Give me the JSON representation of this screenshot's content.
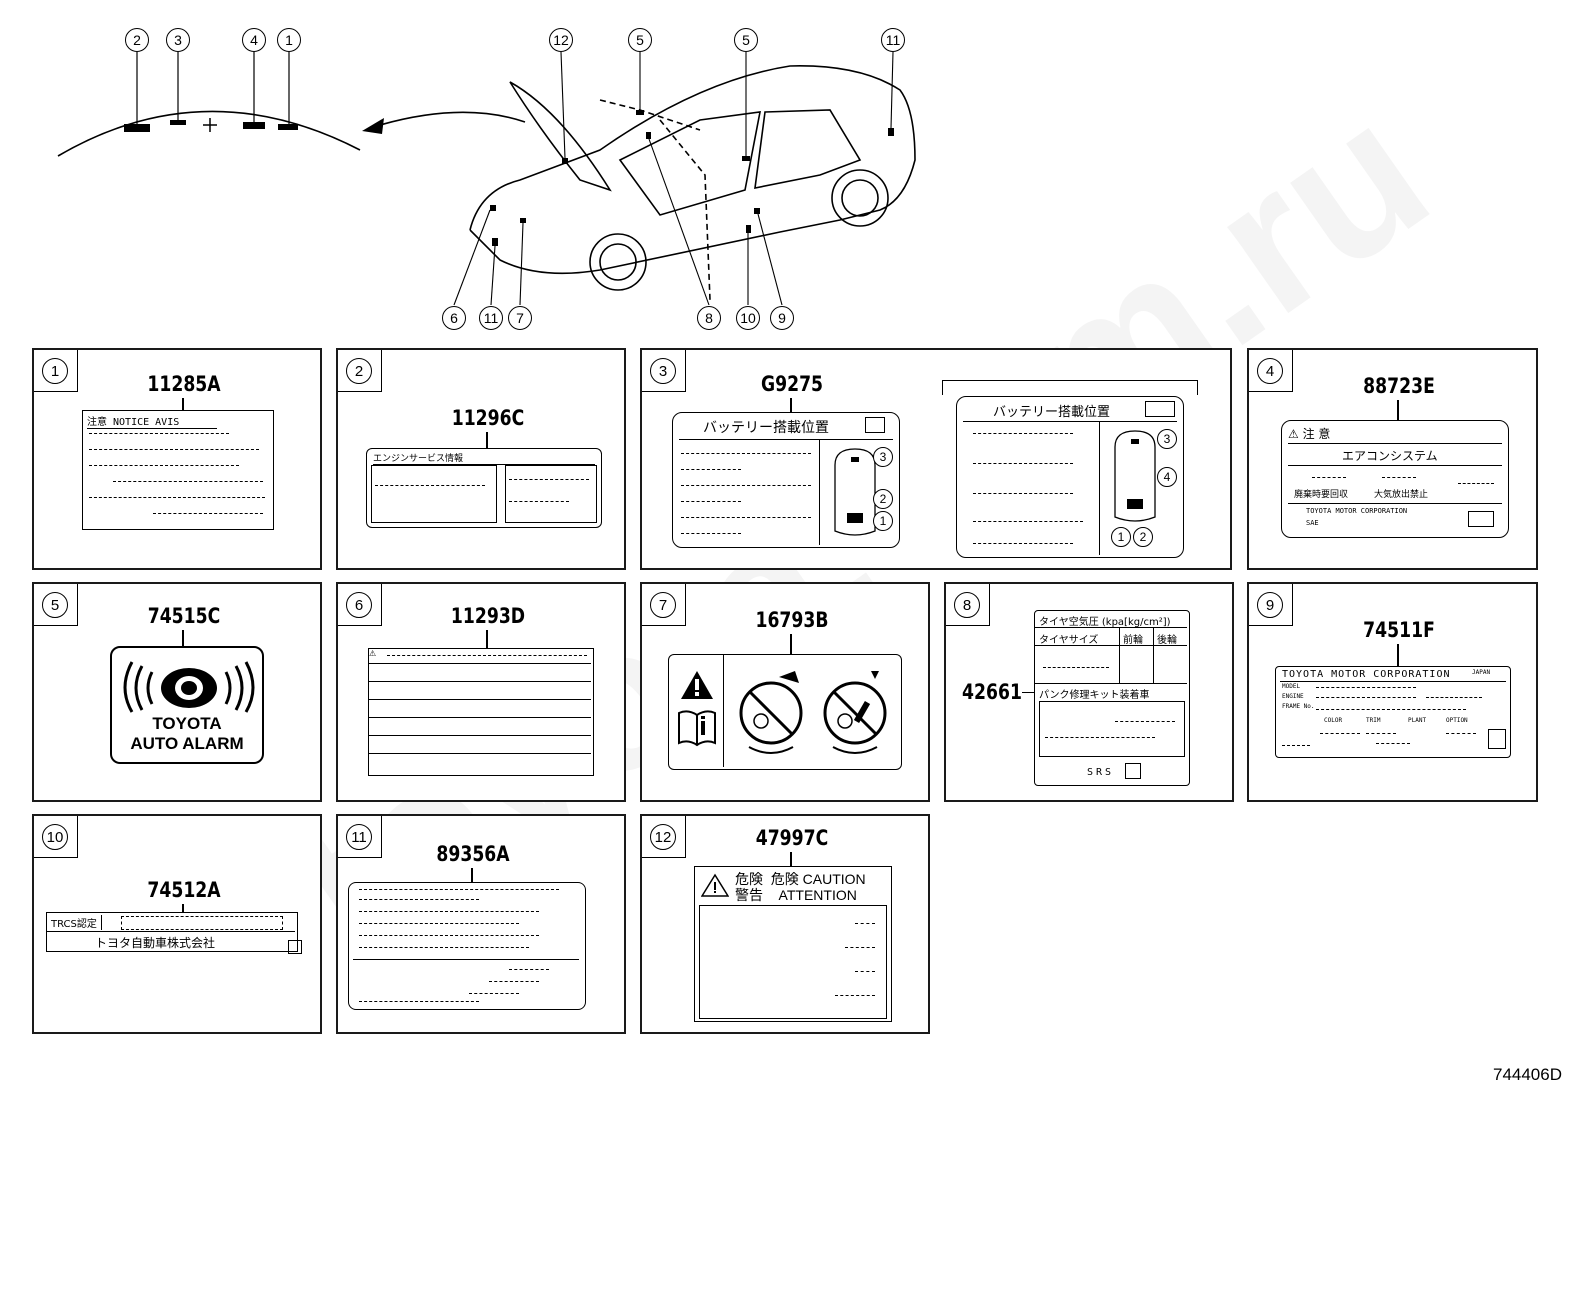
{
  "diagram_id": "744406D",
  "watermark": "toyota.com.ru",
  "overview_callouts": {
    "hood_detail": [
      "2",
      "3",
      "4",
      "1"
    ],
    "car": [
      "12",
      "5",
      "5",
      "11",
      "6",
      "11",
      "7",
      "8",
      "10",
      "9"
    ]
  },
  "panels": [
    {
      "num": "1",
      "code": "11285A",
      "text": "注意 NOTICE AVIS"
    },
    {
      "num": "2",
      "code": "11296C",
      "text": "エンジンサービス情報"
    },
    {
      "num": "3",
      "code": "G9275",
      "title": "バッテリー搭載位置",
      "title2": "バッテリー搭載位置",
      "sub_a": [
        "1",
        "2",
        "3"
      ],
      "sub_b": [
        "1",
        "2",
        "3",
        "4"
      ],
      "car_a": [
        "3",
        "2",
        "1"
      ],
      "car_b": [
        "3",
        "4",
        "1",
        "2"
      ]
    },
    {
      "num": "4",
      "code": "88723E",
      "header": "注 意",
      "system": "エアコンシステム",
      "left": "廃棄時要回収",
      "right": "大気放出禁止",
      "footer": "TOYOTA MOTOR CORPORATION",
      "sae": "SAE"
    },
    {
      "num": "5",
      "code": "74515C",
      "line1": "TOYOTA",
      "line2": "AUTO ALARM"
    },
    {
      "num": "6",
      "code": "11293D"
    },
    {
      "num": "7",
      "code": "16793B"
    },
    {
      "num": "8",
      "code": "42661",
      "title": "タイヤ空気圧 (kpa[kg/cm²])",
      "size": "タイヤサイズ",
      "front": "前輪",
      "rear": "後輪",
      "kit": "パンク修理キット装着車",
      "srs": "SRS"
    },
    {
      "num": "9",
      "code": "74511F",
      "header": "TOYOTA MOTOR CORPORATION",
      "japan": "JAPAN",
      "model": "MODEL",
      "engine": "ENGINE",
      "frame": "FRAME No.",
      "color": "COLOR",
      "trim": "TRIM",
      "plant": "PLANT",
      "option": "OPTION"
    },
    {
      "num": "10",
      "code": "74512A",
      "left": "TRCS認定",
      "bottom": "トヨタ自動車株式会社"
    },
    {
      "num": "11",
      "code": "89356A"
    },
    {
      "num": "12",
      "code": "47997C",
      "line1": "危険  危険 CAUTION",
      "line2": "警告    ATTENTION"
    }
  ]
}
